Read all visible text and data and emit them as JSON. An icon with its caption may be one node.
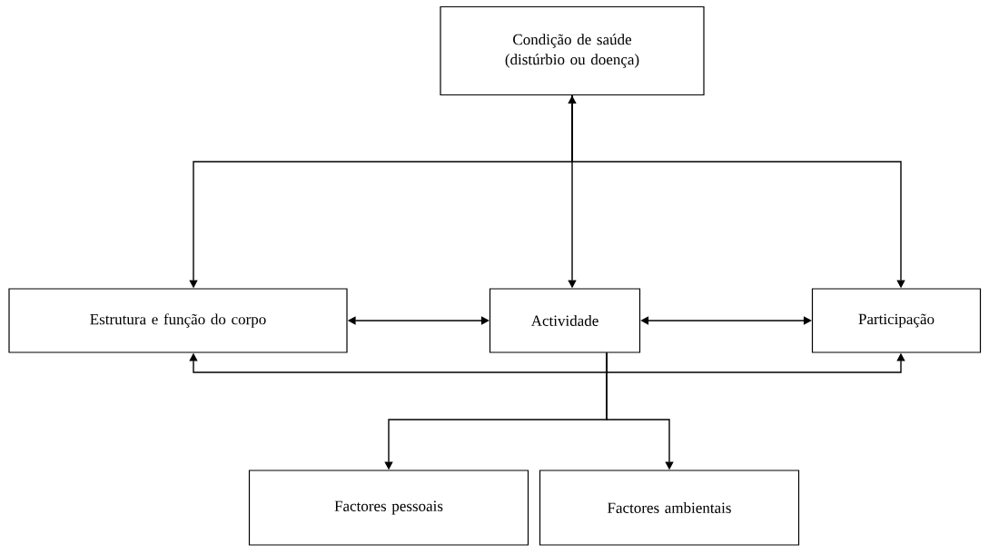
{
  "diagram": {
    "nodes": [
      {
        "text": [
          "Condição de saúde (distúrbio ou doença)"
        ]
      },
      {
        "text": [
          "Estrutura e função do corpo"
        ]
      },
      {
        "text": [
          "Actividade"
        ]
      },
      {
        "text": [
          "Participação"
        ]
      },
      {
        "text": [
          "Factores pessoais"
        ]
      },
      {
        "text": [
          "Factores ambientais"
        ]
      }
    ],
    "edges": [
      {
        "from": 0,
        "to": 1,
        "arrow": "to"
      },
      {
        "from": 0,
        "to": 2,
        "arrow": "both"
      },
      {
        "from": 0,
        "to": 3,
        "arrow": "to"
      },
      {
        "from": 1,
        "to": 2,
        "arrow": "both"
      },
      {
        "from": 2,
        "to": 3,
        "arrow": "both"
      },
      {
        "from": 2,
        "to": 1,
        "arrow": "to"
      },
      {
        "from": 2,
        "to": 3,
        "arrow": "to"
      },
      {
        "from": 2,
        "to": 4,
        "arrow": "to"
      },
      {
        "from": 2,
        "to": 5,
        "arrow": "to"
      }
    ]
  }
}
